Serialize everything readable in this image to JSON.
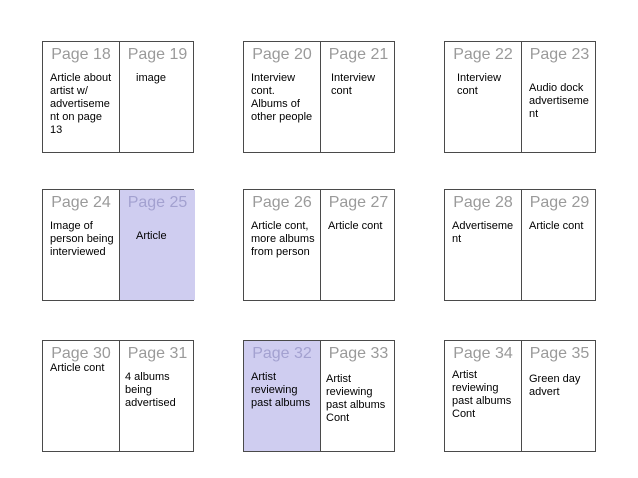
{
  "spreads": [
    {
      "left": {
        "number": "Page 18",
        "note": "Article about\nartist w/\nadvertiseme\nnt on page\n13"
      },
      "right": {
        "number": "Page 19",
        "note": "image"
      }
    },
    {
      "left": {
        "number": "Page 20",
        "note": "Interview\ncont.\nAlbums of\nother people"
      },
      "right": {
        "number": "Page 21",
        "note": "Interview\ncont"
      }
    },
    {
      "left": {
        "number": "Page 22",
        "note": "Interview\ncont"
      },
      "right": {
        "number": "Page 23",
        "note": "Audio dock\nadvertiseme\nnt"
      }
    },
    {
      "left": {
        "number": "Page 24",
        "note": "Image of\nperson being\ninterviewed"
      },
      "right": {
        "number": "Page 25",
        "note": "Article"
      }
    },
    {
      "left": {
        "number": "Page 26",
        "note": "Article cont,\nmore albums\nfrom person"
      },
      "right": {
        "number": "Page 27",
        "note": "Article cont"
      }
    },
    {
      "left": {
        "number": "Page 28",
        "note": "Advertiseme\nnt"
      },
      "right": {
        "number": "Page 29",
        "note": "Article cont"
      }
    },
    {
      "left": {
        "number": "Page 30",
        "note": "Article cont"
      },
      "right": {
        "number": "Page 31",
        "note": "4 albums\nbeing\nadvertised"
      }
    },
    {
      "left": {
        "number": "Page 32",
        "note": "Artist\nreviewing\npast albums"
      },
      "right": {
        "number": "Page 33",
        "note": "Artist\nreviewing\npast albums\nCont"
      }
    },
    {
      "left": {
        "number": "Page 34",
        "note": "Artist\nreviewing\npast albums\nCont"
      },
      "right": {
        "number": "Page 35",
        "note": "Green day\nadvert"
      }
    }
  ],
  "colors": {
    "border": "#4a4a4a",
    "highlight": "#cfcdf0",
    "page_number": "#9a9a9a"
  }
}
